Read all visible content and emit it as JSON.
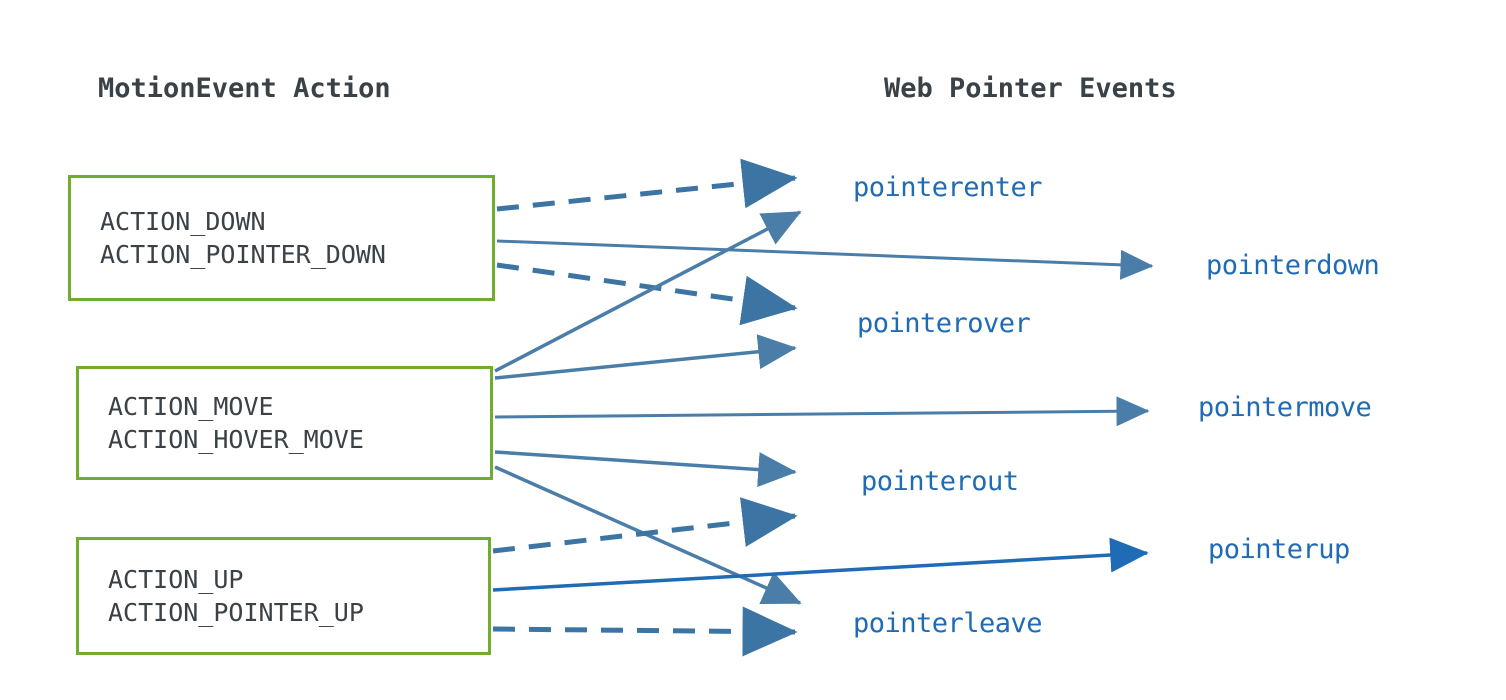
{
  "diagram": {
    "title": "MotionEvent Action to Web Pointer Events mapping",
    "columns": {
      "left_title": "MotionEvent Action",
      "right_title": "Web Pointer Events"
    },
    "colors": {
      "box_border": "#70AD2E",
      "box_fill": "#FFFFFF",
      "action_text": "#3A4248",
      "event_text": "#1F6BB5",
      "arrow_solid": "#4A7EA8",
      "arrow_dashed": "#3C74A3",
      "arrow_accent": "#1F6BB5",
      "background": "#FFFFFF"
    },
    "action_boxes": [
      {
        "id": "down",
        "lines": [
          "ACTION_DOWN",
          "ACTION_POINTER_DOWN"
        ]
      },
      {
        "id": "move",
        "lines": [
          "ACTION_MOVE",
          "ACTION_HOVER_MOVE"
        ]
      },
      {
        "id": "up",
        "lines": [
          "ACTION_UP",
          "ACTION_POINTER_UP"
        ]
      }
    ],
    "events": [
      {
        "id": "pointerenter",
        "label": "pointerenter"
      },
      {
        "id": "pointerdown",
        "label": "pointerdown"
      },
      {
        "id": "pointerover",
        "label": "pointerover"
      },
      {
        "id": "pointermove",
        "label": "pointermove"
      },
      {
        "id": "pointerout",
        "label": "pointerout"
      },
      {
        "id": "pointerup",
        "label": "pointerup"
      },
      {
        "id": "pointerleave",
        "label": "pointerleave"
      }
    ],
    "connections": [
      {
        "from": "down",
        "to": "pointerenter",
        "style": "dashed"
      },
      {
        "from": "down",
        "to": "pointerdown",
        "style": "solid"
      },
      {
        "from": "down",
        "to": "pointerover",
        "style": "dashed"
      },
      {
        "from": "move",
        "to": "pointerenter",
        "style": "solid"
      },
      {
        "from": "move",
        "to": "pointerover",
        "style": "solid"
      },
      {
        "from": "move",
        "to": "pointermove",
        "style": "solid"
      },
      {
        "from": "move",
        "to": "pointerout",
        "style": "solid"
      },
      {
        "from": "move",
        "to": "pointerleave",
        "style": "solid"
      },
      {
        "from": "up",
        "to": "pointerout",
        "style": "dashed"
      },
      {
        "from": "up",
        "to": "pointerup",
        "style": "solid"
      },
      {
        "from": "up",
        "to": "pointerleave",
        "style": "dashed"
      }
    ]
  }
}
